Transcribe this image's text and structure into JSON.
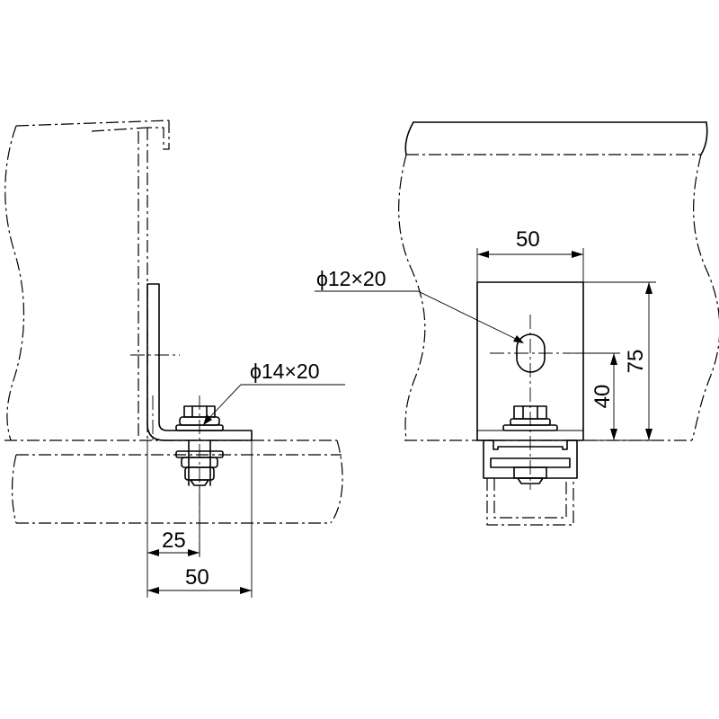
{
  "left_view": {
    "dim_25": "25",
    "dim_50": "50",
    "hole_label": "ϕ14×20"
  },
  "right_view": {
    "dim_width": "50",
    "dim_40": "40",
    "dim_75": "75",
    "slot_label": "ϕ12×20"
  }
}
